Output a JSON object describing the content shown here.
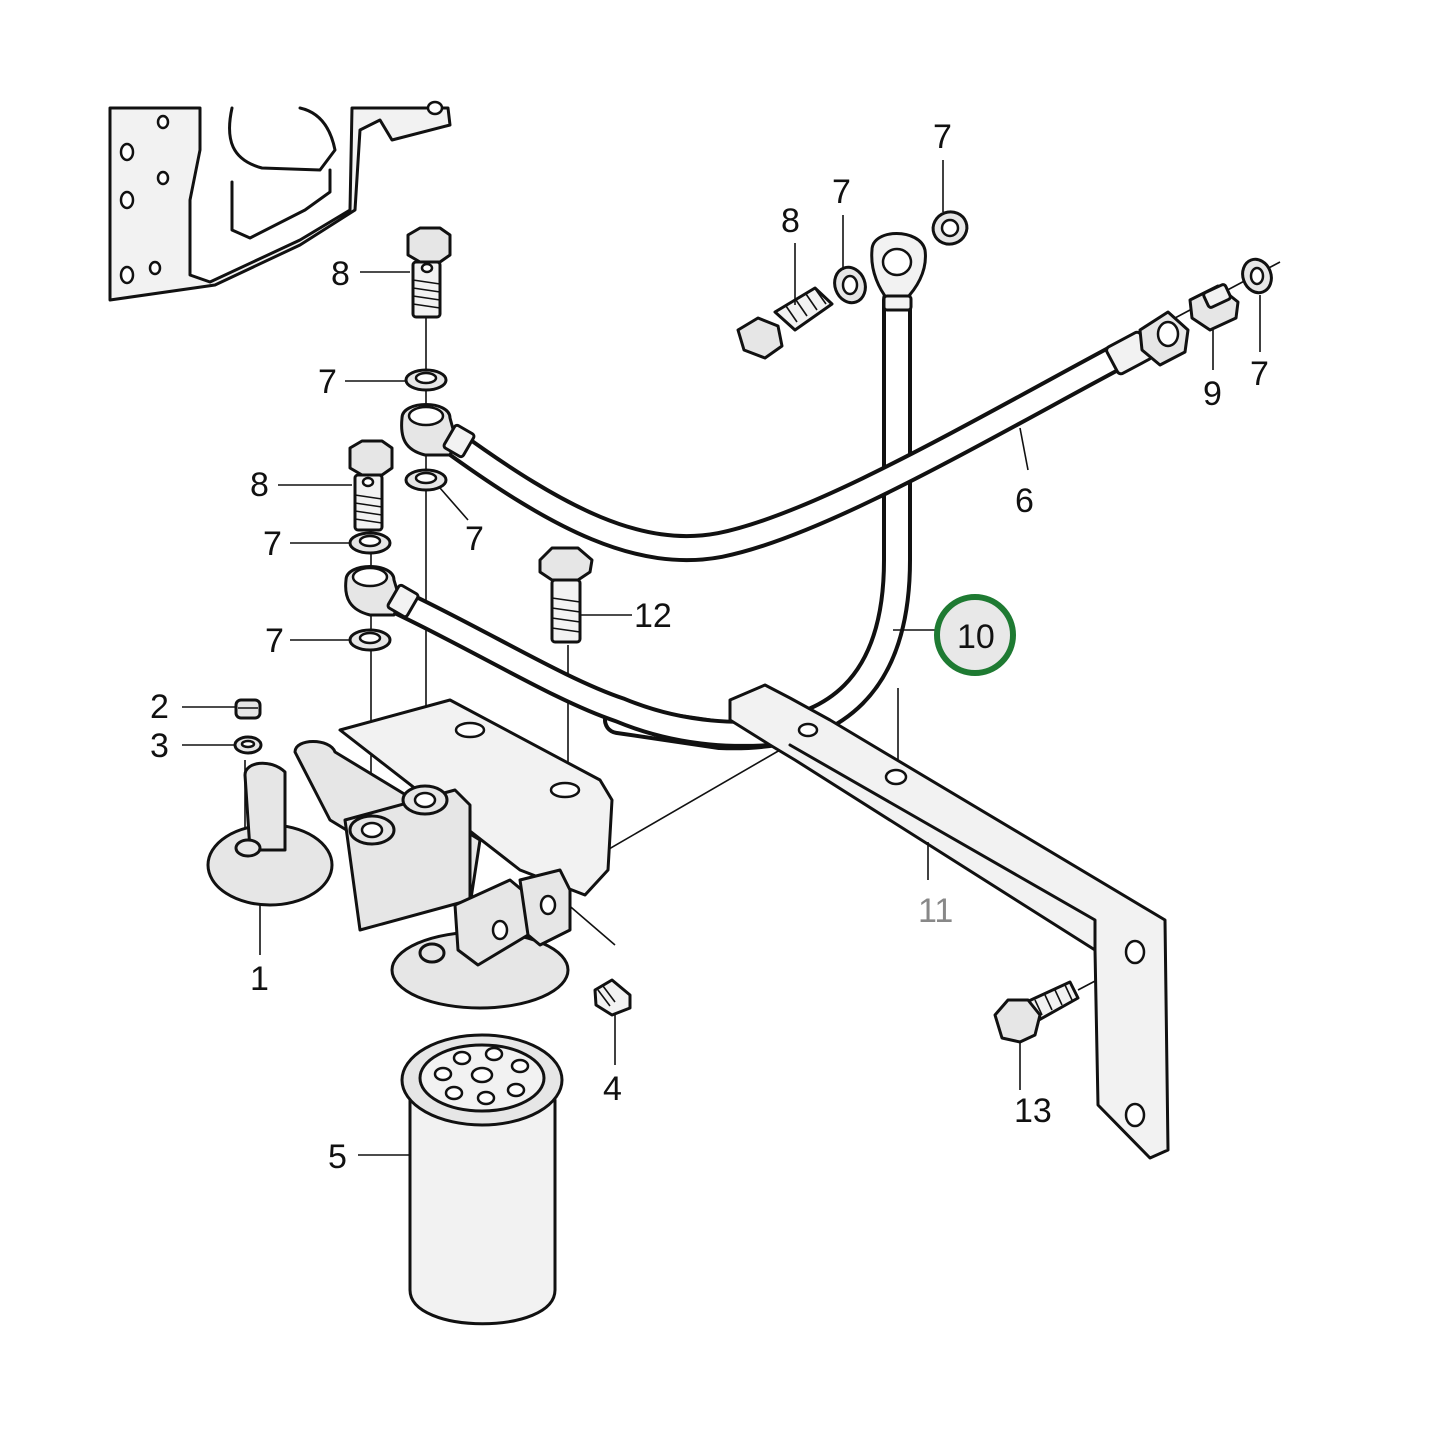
{
  "callouts": {
    "c1": "1",
    "c2": "2",
    "c3": "3",
    "c4": "4",
    "c5": "5",
    "c6": "6",
    "c7": "7",
    "c8": "8",
    "c9": "9",
    "c10": "10",
    "c11": "11",
    "c12": "12",
    "c13": "13"
  },
  "highlight": {
    "callout": "10",
    "ring_color": "#1e7a32",
    "fill_color": "#e8e8e8"
  }
}
